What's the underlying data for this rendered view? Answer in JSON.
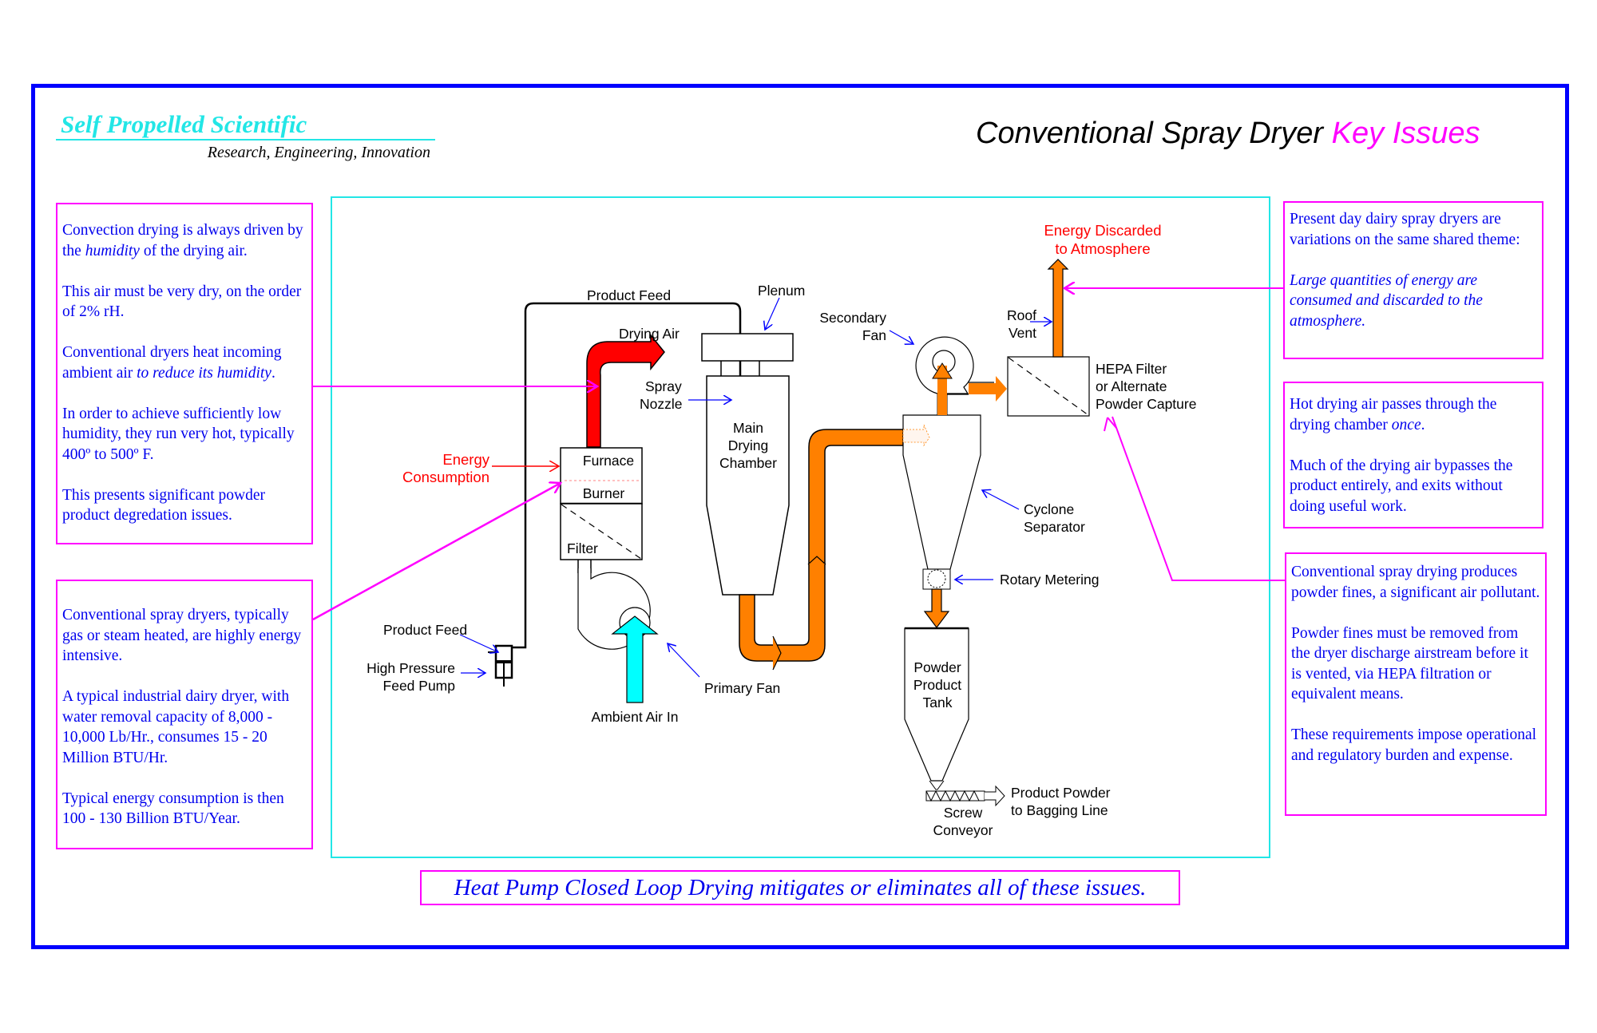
{
  "brand": {
    "name": "Self Propelled Scientific",
    "tagline": "Research, Engineering, Innovation"
  },
  "title": {
    "main": "Conventional Spray Dryer",
    "accent": "Key Issues"
  },
  "colors": {
    "frame": "#0000ff",
    "brand": "#22e6e6",
    "accent": "#ff00ff",
    "note_text": "#0000ee",
    "diagram_border": "#22e6e6",
    "hot_air": "#ff0000",
    "exhaust_air": "#ff8000",
    "ambient_air": "#00ffff",
    "energy_label": "#ff0000"
  },
  "notes": {
    "left_top": {
      "p1a": "Convection drying is always driven by the ",
      "p1i": "humidity",
      "p1b": " of the drying air.",
      "p2": "This air must be very dry, on the order of 2% rH.",
      "p3a": "Conventional dryers heat incoming ambient air ",
      "p3i": "to reduce its humidity",
      "p3b": ".",
      "p4": "In order to achieve sufficiently low humidity, they run very hot, typically 400º to 500º F.",
      "p5": "This presents significant powder product degredation issues."
    },
    "left_bottom": {
      "p1": "Conventional spray dryers, typically gas or steam heated, are highly energy intensive.",
      "p2": "A typical industrial dairy dryer, with water removal capacity of 8,000 - 10,000 Lb/Hr., consumes 15 - 20 Million BTU/Hr.",
      "p3": "Typical energy consumption is then 100 - 130 Billion BTU/Year."
    },
    "right_top": {
      "p1": "Present day dairy spray dryers are variations on the same shared theme:",
      "p2i": "Large quantities of energy are consumed and discarded to the atmosphere."
    },
    "right_middle": {
      "p1a": "Hot drying air passes through the drying chamber ",
      "p1i": "once",
      "p1b": ".",
      "p2": "Much of the drying air bypasses the product entirely, and exits without doing useful work."
    },
    "right_bottom": {
      "p1": "Conventional spray drying produces powder fines, a significant air pollutant.",
      "p2": "Powder fines must be removed from the dryer discharge airstream before it is vented, via HEPA filtration or equivalent means.",
      "p3": "These requirements impose operational and regulatory burden and expense."
    }
  },
  "banner": "Heat Pump Closed Loop Drying mitigates or eliminates all of these issues.",
  "diagram": {
    "product_feed_top": "Product Feed",
    "plenum": "Plenum",
    "drying_air": "Drying Air",
    "spray_nozzle_1": "Spray",
    "spray_nozzle_2": "Nozzle",
    "main_chamber_1": "Main",
    "main_chamber_2": "Drying",
    "main_chamber_3": "Chamber",
    "energy_consumption_1": "Energy",
    "energy_consumption_2": "Consumption",
    "furnace": "Furnace",
    "burner": "Burner",
    "filter": "Filter",
    "product_feed_pump": "Product Feed",
    "hp_pump_1": "High Pressure",
    "hp_pump_2": "Feed Pump",
    "ambient_air": "Ambient Air In",
    "primary_fan": "Primary Fan",
    "secondary_fan_1": "Secondary",
    "secondary_fan_2": "Fan",
    "energy_discarded_1": "Energy Discarded",
    "energy_discarded_2": "to Atmosphere",
    "roof_vent_1": "Roof",
    "roof_vent_2": "Vent",
    "hepa_1": "HEPA Filter",
    "hepa_2": "or Alternate",
    "hepa_3": "Powder Capture",
    "cyclone_1": "Cyclone",
    "cyclone_2": "Separator",
    "rotary": "Rotary Metering",
    "tank_1": "Powder",
    "tank_2": "Product",
    "tank_3": "Tank",
    "screw_1": "Screw",
    "screw_2": "Conveyor",
    "output_1": "Product Powder",
    "output_2": "to Bagging Line"
  }
}
